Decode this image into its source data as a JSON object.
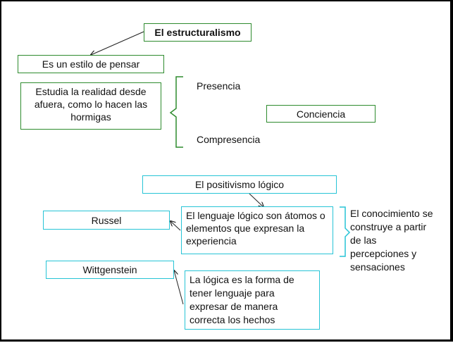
{
  "title": "El estructuralismo",
  "style_box": "Es un estilo de pensar",
  "study_box": "Estudia la realidad desde afuera, como lo hacen las hormigas",
  "presencia": "Presencia",
  "compresencia": "Compresencia",
  "conciencia": "Conciencia",
  "positivismo": "El positivismo lógico",
  "russel": "Russel",
  "lenguaje_box": "El lenguaje lógico son átomos o elementos que expresan la experiencia",
  "conocimiento": "El conocimiento se construye a partir de las percepciones y sensaciones",
  "wittgenstein": "Wittgenstein",
  "logica_box": "La lógica es la forma de tener lenguaje para expresar de manera correcta los hechos",
  "colors": {
    "green": "#2e8b2e",
    "cyan": "#27c4d6",
    "text": "#111111"
  }
}
